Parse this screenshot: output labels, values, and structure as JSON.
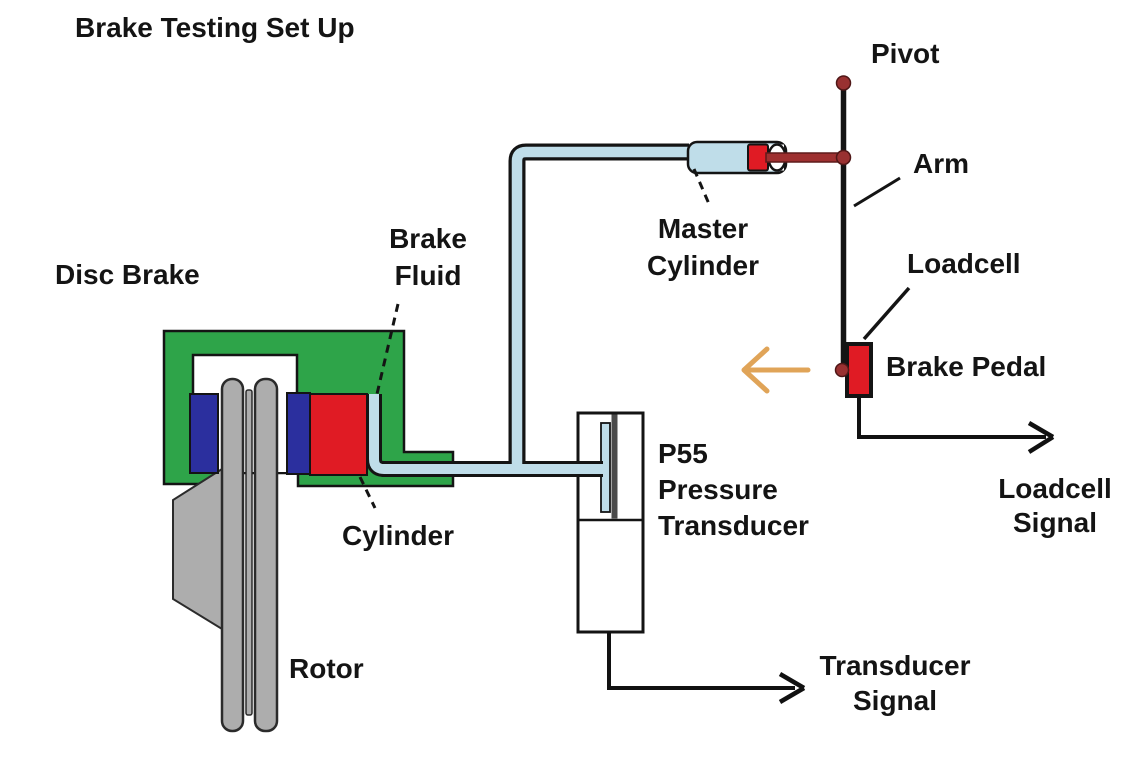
{
  "title": "Brake Testing Set Up",
  "labels": {
    "disc_brake": "Disc Brake",
    "brake_fluid": "Brake\nFluid",
    "master_cylinder": "Master\nCylinder",
    "pivot": "Pivot",
    "arm": "Arm",
    "loadcell": "Loadcell",
    "brake_pedal": "Brake Pedal",
    "cylinder": "Cylinder",
    "rotor": "Rotor",
    "pressure_transducer": "P55\nPressure\nTransducer",
    "loadcell_signal": "Loadcell\nSignal",
    "transducer_signal": "Transducer\nSignal"
  },
  "colors": {
    "caliper_green": "#2EA449",
    "pad_blue": "#2B2F9E",
    "cylinder_red": "#E01B24",
    "fluid_light_blue": "#BFDDE9",
    "rotor_gray": "#ADADAD",
    "rotor_outline": "#2B2B2B",
    "rod_dark_red": "#9E3030",
    "rod_outline": "#5F1B1B",
    "pivot_maroon": "#993131",
    "force_arrow_orange": "#E0A458",
    "diaphragm_gray": "#4A4A4A",
    "ink": "#141414"
  }
}
